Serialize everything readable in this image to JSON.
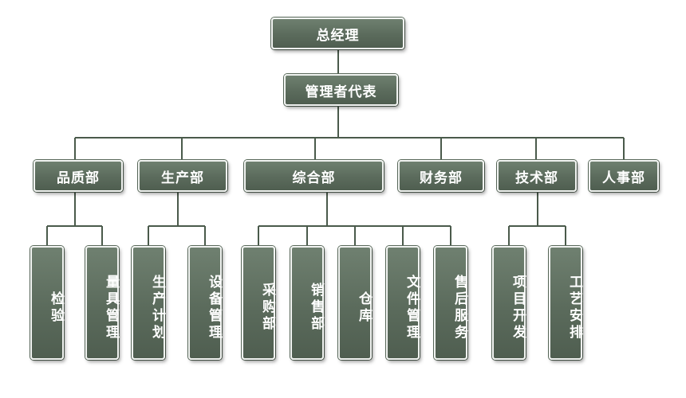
{
  "root": "总经理",
  "representative": "管理者代表",
  "departments": [
    {
      "name": "品质部",
      "children": [
        "检验",
        "量具管理"
      ]
    },
    {
      "name": "生产部",
      "children": [
        "生产计划",
        "设备管理"
      ]
    },
    {
      "name": "综合部",
      "children": [
        "采购部",
        "销售部",
        "仓库",
        "文件管理",
        "售后服务"
      ]
    },
    {
      "name": "财务部",
      "children": []
    },
    {
      "name": "技术部",
      "children": [
        "项目开发",
        "工艺安排"
      ]
    },
    {
      "name": "人事部",
      "children": []
    }
  ],
  "colors": {
    "box": "#5b6b5c",
    "line": "#4a5a4b",
    "text": "#ffffff"
  }
}
